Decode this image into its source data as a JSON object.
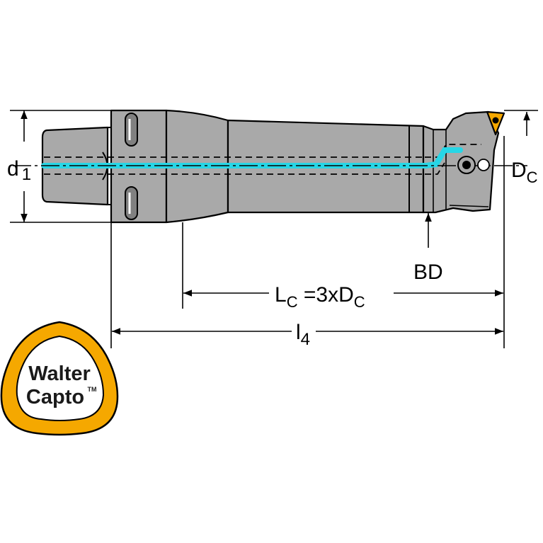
{
  "dimensions": {
    "d1": {
      "main": "d",
      "sub": "1"
    },
    "dc": {
      "main": "D",
      "sub": "C"
    },
    "bd": "BD",
    "lc": {
      "main": "L",
      "sub": "C",
      "eq": " =3xD",
      "sub2": "C"
    },
    "l4": {
      "main": "l",
      "sub": "4"
    }
  },
  "logo": {
    "line1": "Walter",
    "line2": "Capto",
    "tm": "TM",
    "colors": {
      "ring": "#f5a800",
      "border": "#000000",
      "text": "#1a1a1a"
    }
  },
  "colors": {
    "body_fill": "#a9a9a9",
    "outline": "#000000",
    "coolant": "#27d6e6",
    "insert": "#f5a800",
    "background": "#ffffff"
  }
}
